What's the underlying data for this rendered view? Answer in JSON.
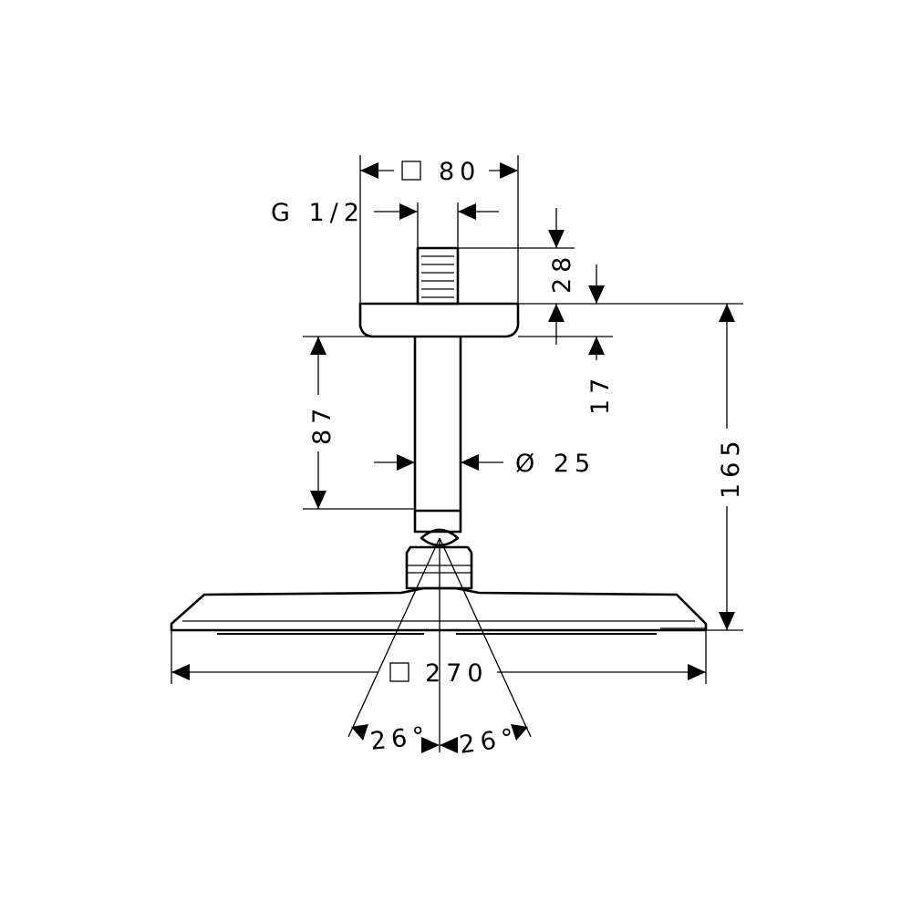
{
  "dimensions": {
    "square_symbol": "□",
    "arm_flange_width": "80",
    "thread": "G 1/2",
    "thread_length": "28",
    "flange_height": "17",
    "arm_length": "87",
    "arm_diameter": "Ø 25",
    "total_height": "165",
    "head_width": "270",
    "spray_angle_left": "26°",
    "spray_angle_right": "26°"
  }
}
